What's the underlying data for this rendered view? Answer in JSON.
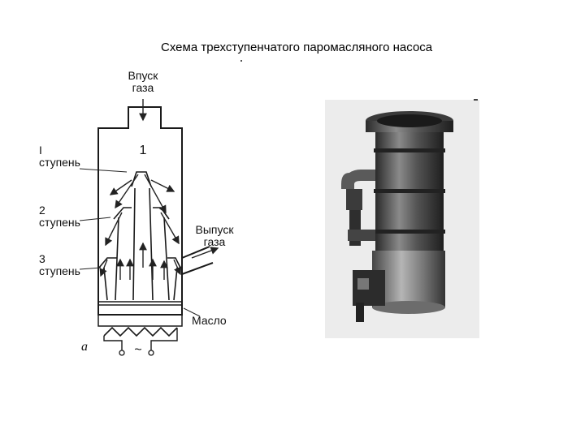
{
  "title": "Схема трехступенчатого паромасляного насоса",
  "diagram": {
    "inlet": "Впуск газа",
    "stage_roman": "1",
    "stage1_label": "I ступень",
    "stage2_label": "2 ступень",
    "stage3_label": "3 ступень",
    "outlet": "Выпуск газа",
    "oil": "Масло",
    "fig_letter": "а",
    "heater_supply": "~"
  },
  "photo": {
    "icon": "vapor-pump-photo"
  }
}
